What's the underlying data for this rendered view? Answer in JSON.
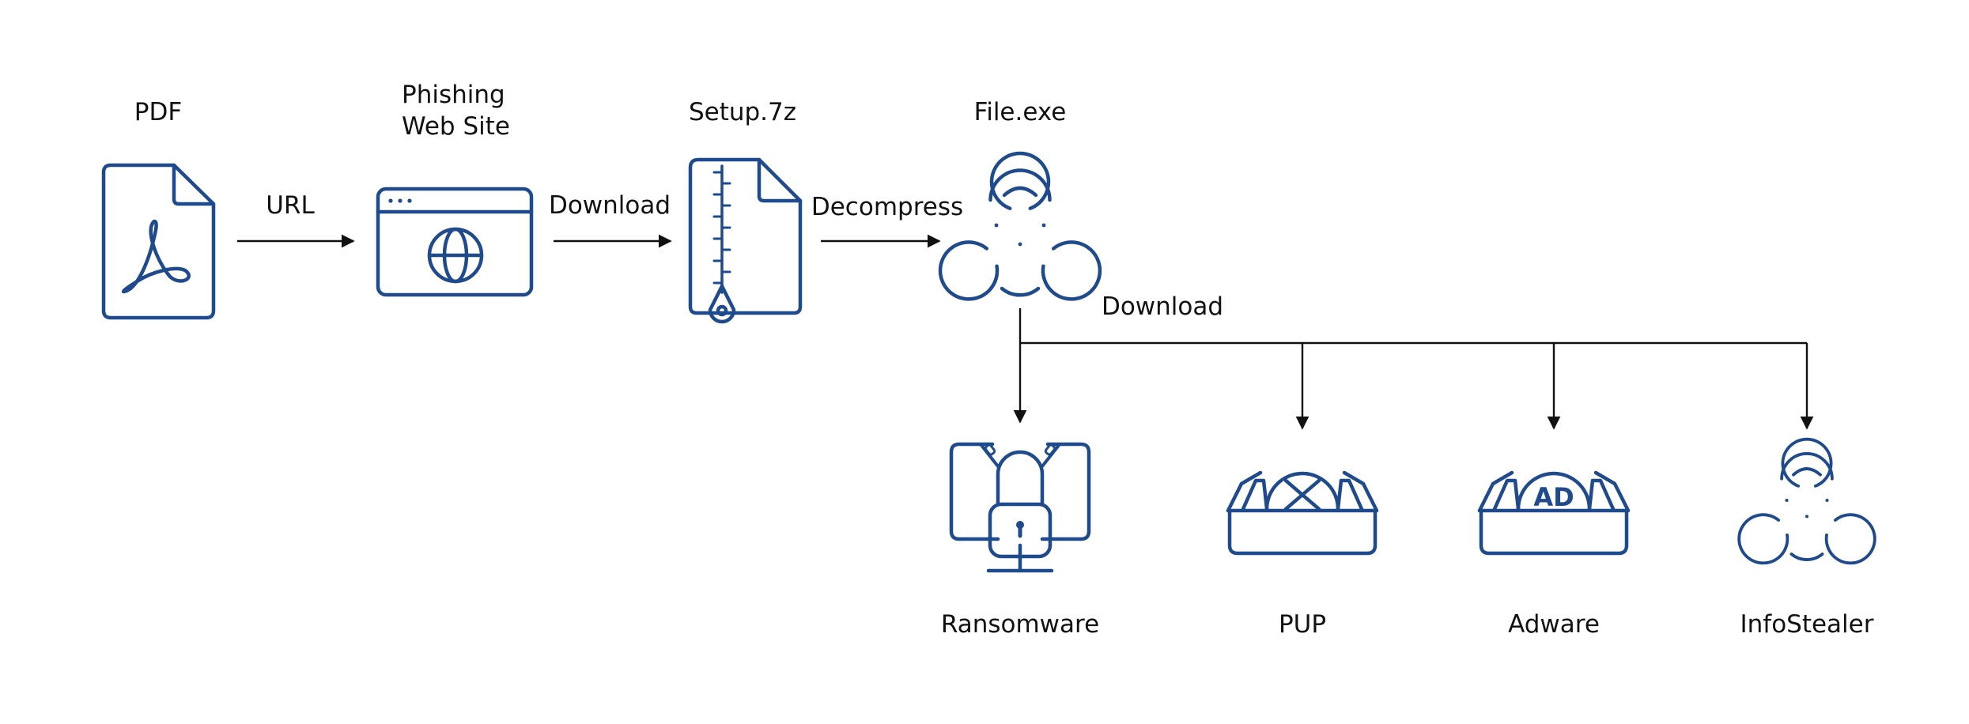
{
  "colors": {
    "icon": "#1f4a8c",
    "arrow": "#111111",
    "background": "#ffffff"
  },
  "nodes": {
    "pdf": {
      "label": "PDF",
      "icon": "pdf-file-icon"
    },
    "phishing": {
      "label_line1": "Phishing",
      "label_line2": "Web Site",
      "icon": "browser-globe-icon"
    },
    "setup": {
      "label": "Setup.7z",
      "icon": "zip-archive-icon"
    },
    "file": {
      "label": "File.exe",
      "icon": "biohazard-icon"
    },
    "ransomware": {
      "label": "Ransomware",
      "icon": "locked-monitor-icon"
    },
    "pup": {
      "label": "PUP",
      "icon": "pup-tray-icon"
    },
    "adware": {
      "label": "Adware",
      "icon": "adware-tray-icon",
      "badge": "AD"
    },
    "infostealer": {
      "label": "InfoStealer",
      "icon": "biohazard-icon"
    }
  },
  "edges": {
    "url": "URL",
    "download1": "Download",
    "decompress": "Decompress",
    "download2": "Download"
  }
}
